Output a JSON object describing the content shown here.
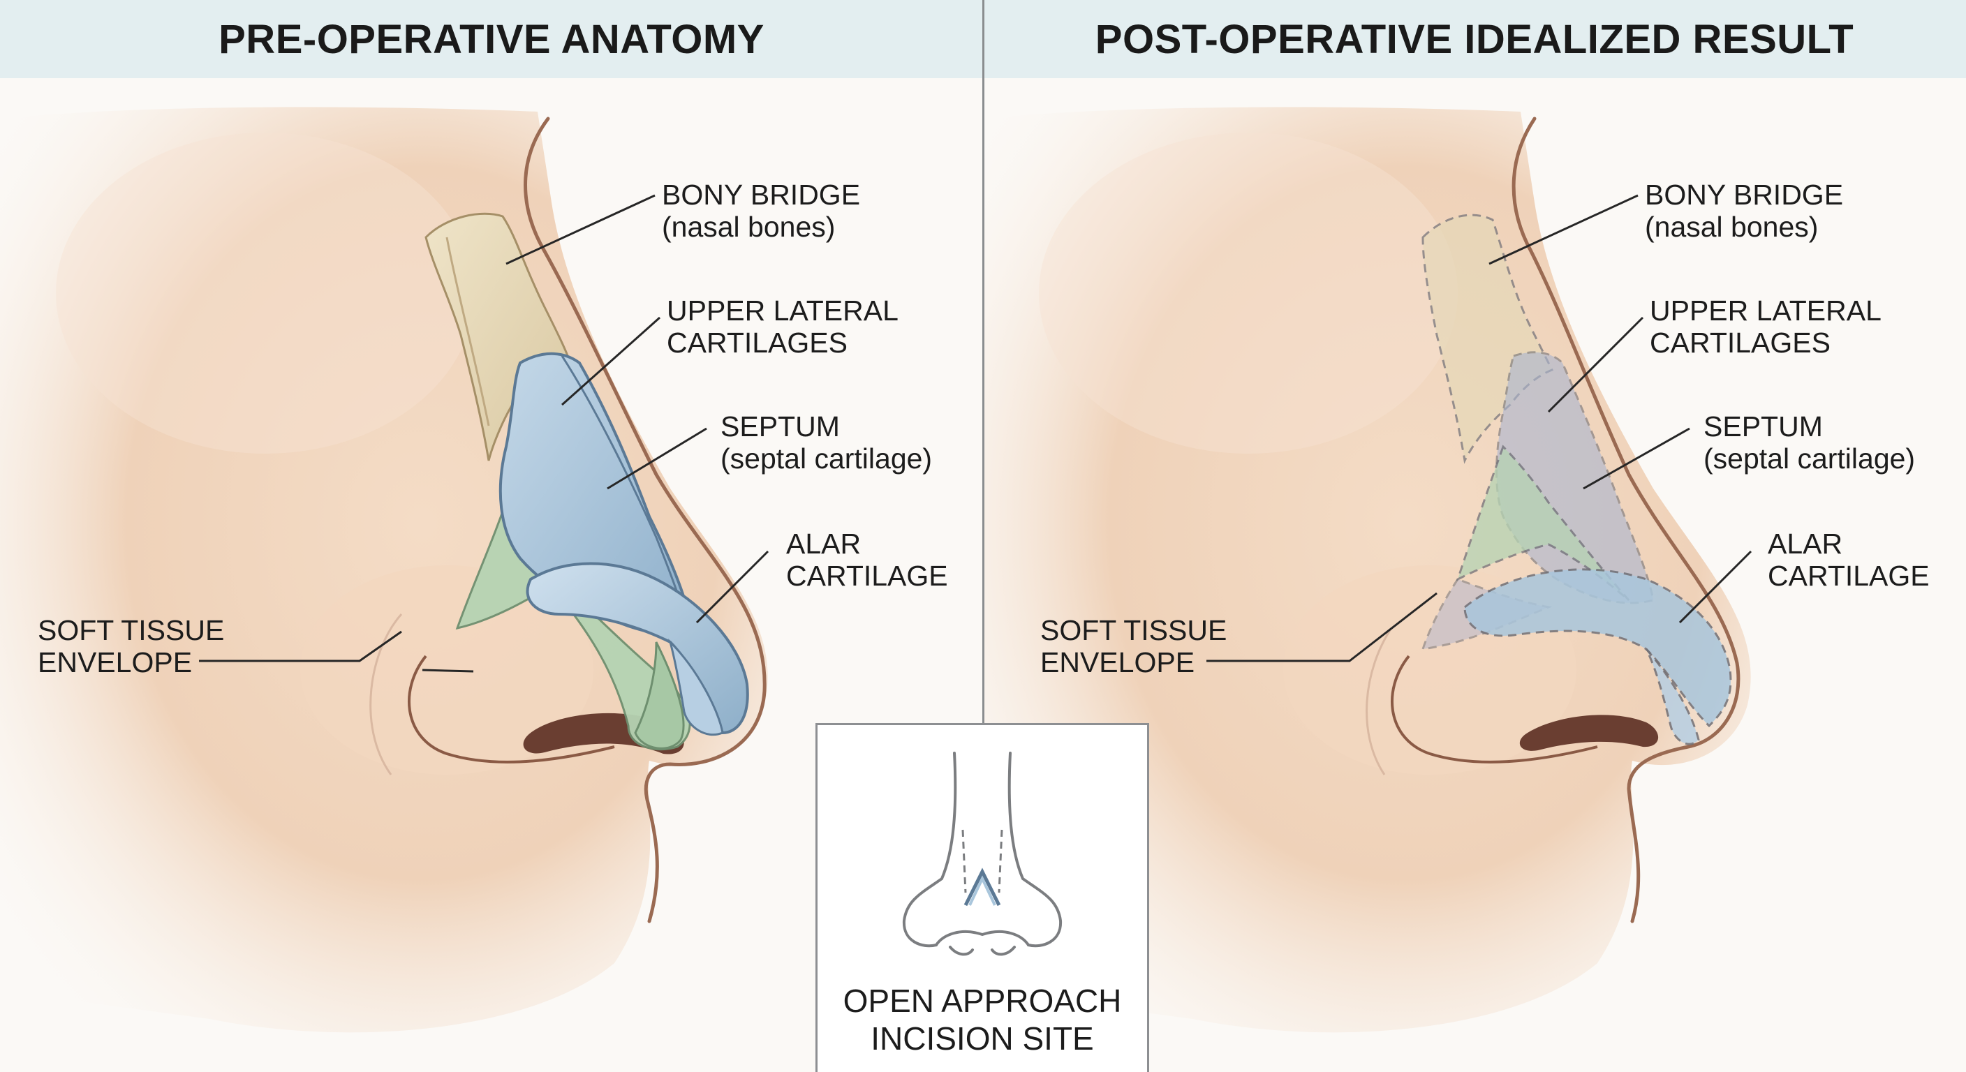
{
  "panels": {
    "left": {
      "title": "PRE-OPERATIVE ANATOMY",
      "labels": {
        "bony_bridge": [
          "BONY BRIDGE",
          "(nasal bones)"
        ],
        "upper_lateral": [
          "UPPER LATERAL",
          "CARTILAGES"
        ],
        "septum": [
          "SEPTUM",
          "(septal cartilage)"
        ],
        "alar": [
          "ALAR",
          "CARTILAGE"
        ],
        "soft_tissue": [
          "SOFT TISSUE",
          "ENVELOPE"
        ]
      }
    },
    "right": {
      "title": "POST-OPERATIVE IDEALIZED RESULT",
      "labels": {
        "bony_bridge": [
          "BONY BRIDGE",
          "(nasal bones)"
        ],
        "upper_lateral": [
          "UPPER LATERAL",
          "CARTILAGES"
        ],
        "septum": [
          "SEPTUM",
          "(septal cartilage)"
        ],
        "alar": [
          "ALAR",
          "CARTILAGE"
        ],
        "soft_tissue": [
          "SOFT TISSUE",
          "ENVELOPE"
        ]
      }
    }
  },
  "inset": {
    "caption": [
      "OPEN APPROACH",
      "INCISION SITE"
    ]
  },
  "colors": {
    "skin": "#f1d6bf",
    "bone": "#e6d8b8",
    "upper_lateral_cartilage": "#a9c6dc",
    "septal_cartilage": "#b5d3b3",
    "alar_cartilage": "#a9c6dc",
    "header_background": "#e3eef0"
  }
}
